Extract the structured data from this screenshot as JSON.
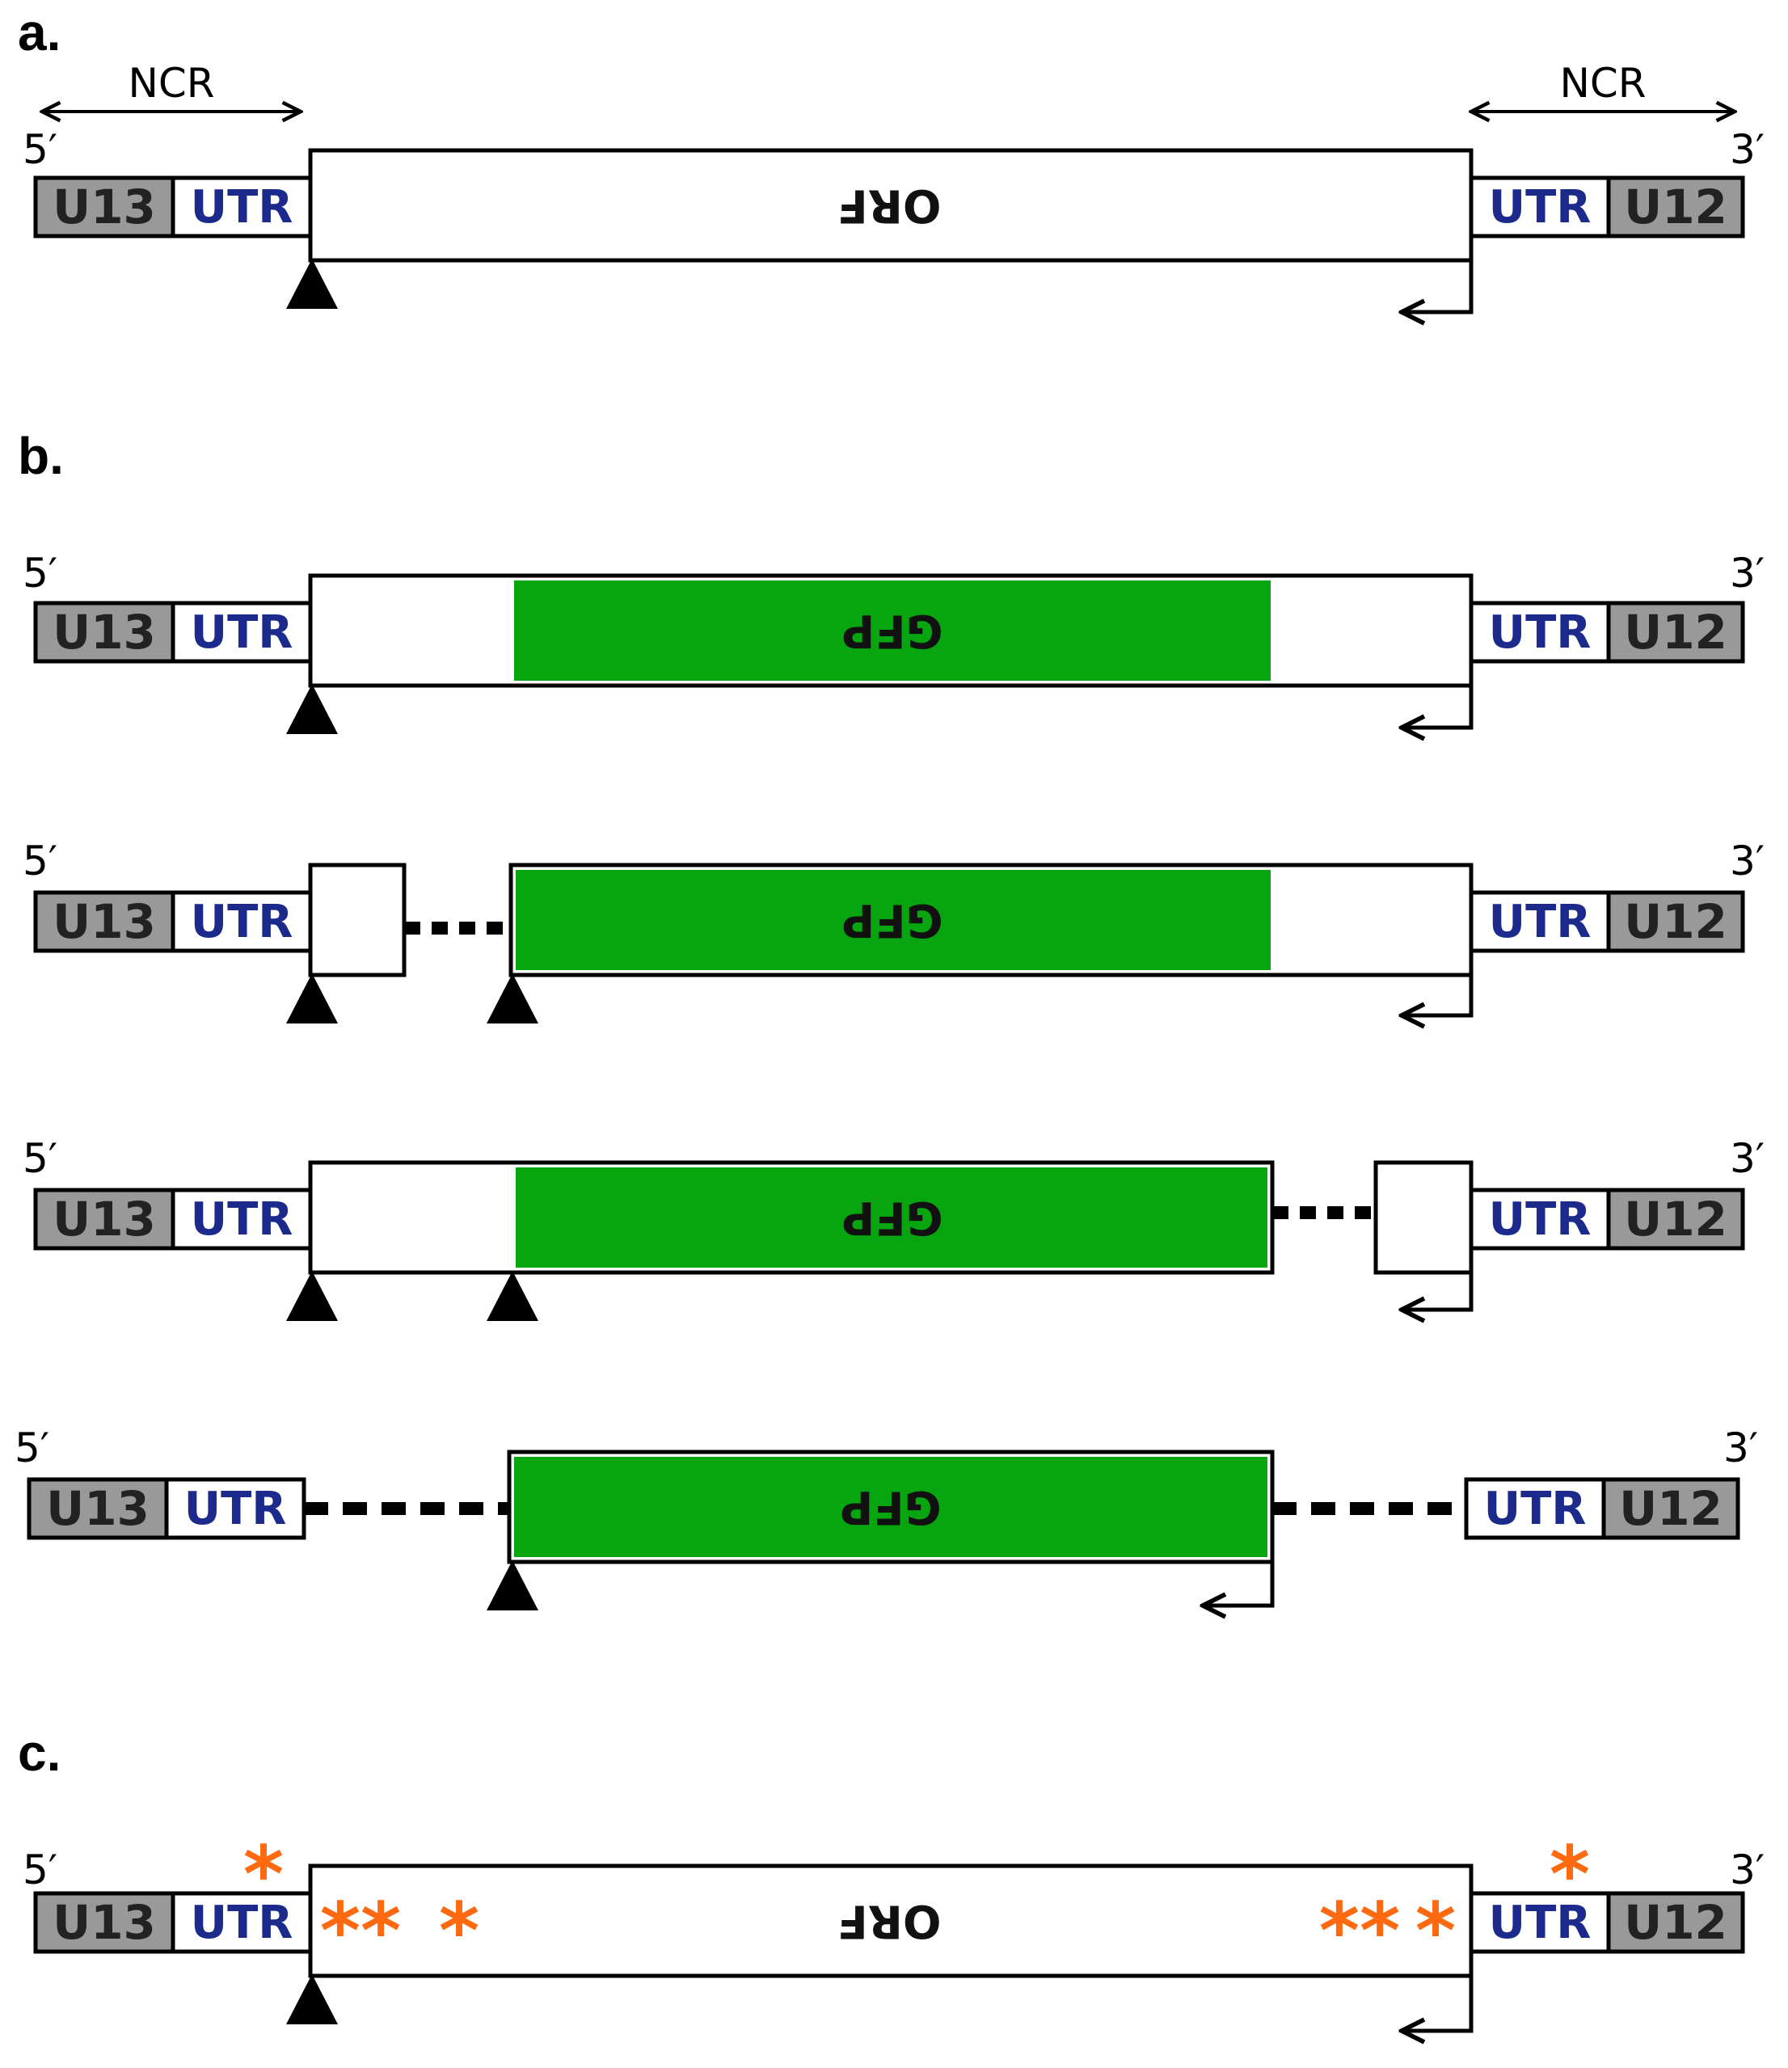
{
  "panels": {
    "a": {
      "label": "a.",
      "ncr_left": "NCR",
      "ncr_right": "NCR",
      "five": "5′",
      "three": "3′",
      "u13": "U13",
      "utr_left": "UTR",
      "orf": "ORF",
      "utr_right": "UTR",
      "u12": "U12"
    },
    "b": {
      "label": "b.",
      "rows": [
        {
          "five": "5′",
          "three": "3′",
          "u13": "U13",
          "utr_left": "UTR",
          "gfp": "GFP",
          "utr_right": "UTR",
          "u12": "U12"
        },
        {
          "five": "5′",
          "three": "3′",
          "u13": "U13",
          "utr_left": "UTR",
          "gfp": "GFP",
          "utr_right": "UTR",
          "u12": "U12"
        },
        {
          "five": "5′",
          "three": "3′",
          "u13": "U13",
          "utr_left": "UTR",
          "gfp": "GFP",
          "utr_right": "UTR",
          "u12": "U12"
        },
        {
          "five": "5′",
          "three": "3′",
          "u13": "U13",
          "utr_left": "UTR",
          "gfp": "GFP",
          "utr_right": "UTR",
          "u12": "U12"
        }
      ]
    },
    "c": {
      "label": "c.",
      "five": "5′",
      "three": "3′",
      "u13": "U13",
      "utr_left": "UTR",
      "orf": "ORF",
      "utr_right": "UTR",
      "u12": "U12",
      "star": "*",
      "star_pair": "**"
    }
  },
  "colors": {
    "u_box": "#999999",
    "gfp": "#07a50f",
    "utr_text": "#1c2a8c",
    "mutation_star": "#ff6a10"
  }
}
